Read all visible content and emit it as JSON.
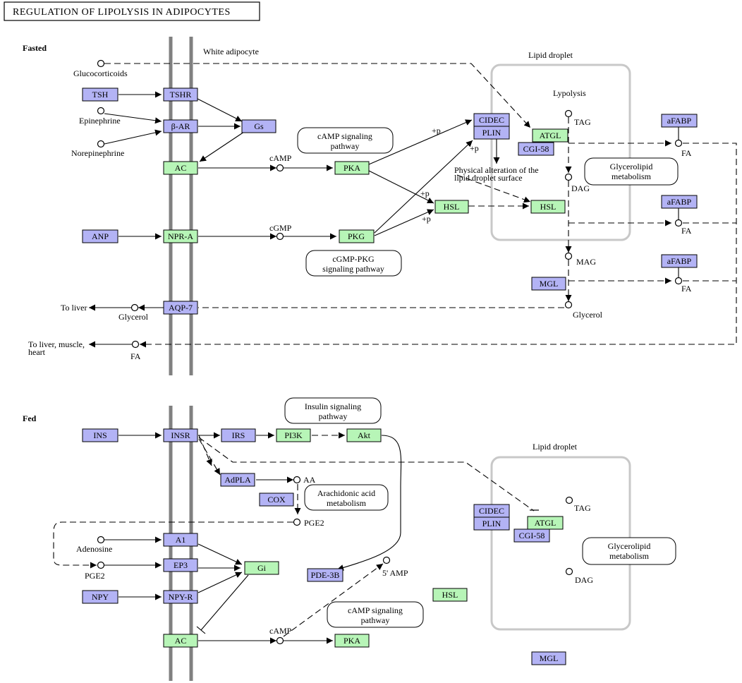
{
  "title": "REGULATION OF LIPOLYSIS IN ADIPOCYTES",
  "colors": {
    "gene_blue": "#b3b3f5",
    "gene_green": "#b7f5b7",
    "membrane": "#808080",
    "droplet": "#c8c8c8",
    "line": "#000000"
  },
  "icons": {
    "compound": "open-circle",
    "activation": "filled-arrowhead",
    "inhibition": "bar-end",
    "indirect": "dashed-line"
  },
  "sections": {
    "fasted": "Fasted",
    "fed": "Fed"
  },
  "labels": {
    "white_adipocyte": "White adipocyte",
    "lipid_droplet": "Lipid droplet",
    "lipolysis": "Lypolysis",
    "physical_alteration": [
      "Physical alteration of the",
      "lipid droplet surface"
    ],
    "to_liver": "To liver",
    "to_liver_muscle": [
      "To liver, muscle,",
      "heart"
    ],
    "plus_p": "+p"
  },
  "genes": {
    "tsh": "TSH",
    "tshr": "TSHR",
    "beta_ar": "β-AR",
    "gs": "Gs",
    "ac": "AC",
    "pka": "PKA",
    "anp": "ANP",
    "npr_a": "NPR-A",
    "pkg": "PKG",
    "aqp7": "AQP-7",
    "cidec": "CIDEC",
    "plin": "PLIN",
    "atgl": "ATGL",
    "cgi58": "CGI-58",
    "hsl": "HSL",
    "mgl": "MGL",
    "afabp": "aFABP",
    "ins": "INS",
    "insr": "INSR",
    "irs": "IRS",
    "pi3k": "PI3K",
    "akt": "Akt",
    "adpla": "AdPLA",
    "cox": "COX",
    "a1": "A1",
    "ep3": "EP3",
    "npy": "NPY",
    "npy_r": "NPY-R",
    "gi": "Gi",
    "pde3b": "PDE-3B"
  },
  "compounds": {
    "glucocorticoids": "Glucocorticoids",
    "epinephrine": "Epinephrine",
    "norepinephrine": "Norepinephrine",
    "camp": "cAMP",
    "cgmp": "cGMP",
    "tag": "TAG",
    "dag": "DAG",
    "mag": "MAG",
    "glycerol": "Glycerol",
    "fa": "FA",
    "aa": "AA",
    "pge2": "PGE2",
    "adenosine": "Adenosine",
    "amp5": "5' AMP"
  },
  "pathways": {
    "camp": [
      "cAMP signaling",
      "pathway"
    ],
    "cgmp_pkg": [
      "cGMP-PKG",
      "signaling pathway"
    ],
    "glycerolipid": [
      "Glycerolipid",
      "metabolism"
    ],
    "insulin": [
      "Insulin signaling",
      "pathway"
    ],
    "arachidonic": [
      "Arachidonic acid",
      "metabolism"
    ]
  }
}
